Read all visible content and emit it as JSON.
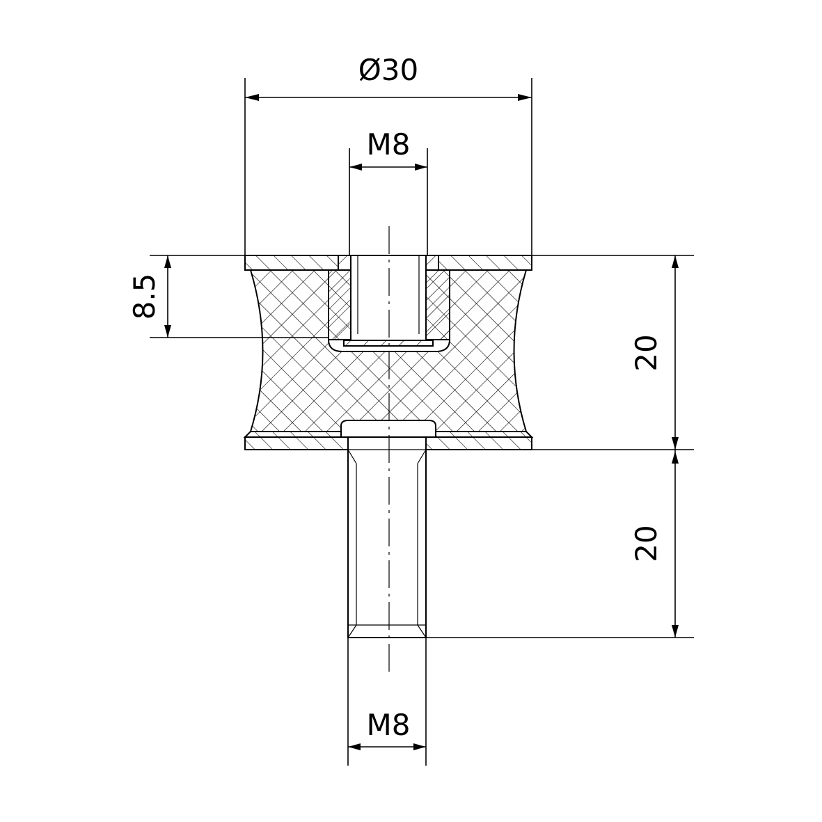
{
  "drawing": {
    "type": "technical-section-drawing",
    "dimensions": {
      "outer_diameter": "Ø30",
      "top_thread": "M8",
      "bottom_thread": "M8",
      "insert_depth": "8.5",
      "body_height": "20",
      "stud_length": "20"
    },
    "colors": {
      "line": "#000000",
      "background": "#ffffff"
    }
  }
}
